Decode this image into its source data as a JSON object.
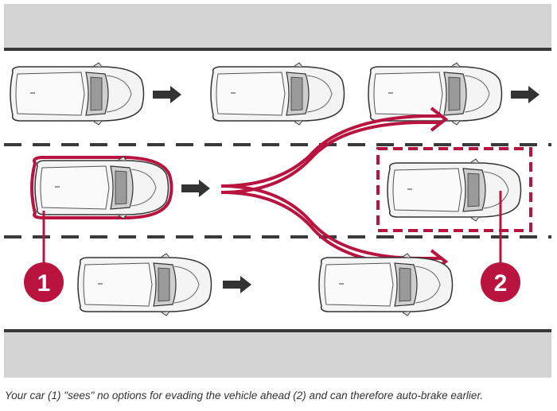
{
  "diagram": {
    "markers": [
      {
        "label": "1",
        "meaning": "your car"
      },
      {
        "label": "2",
        "meaning": "vehicle ahead"
      }
    ],
    "colors": {
      "accent": "#b8143f",
      "road": "#ffffff",
      "shoulder": "#d4d4d4",
      "line": "#3a3a3a"
    }
  },
  "caption": "Your car (1) \"sees\" no options for evading the vehicle ahead (2) and can therefore auto-brake earlier."
}
